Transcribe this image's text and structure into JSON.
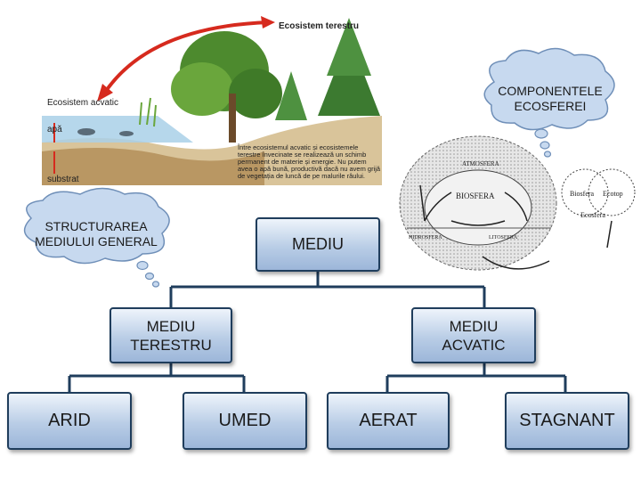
{
  "ecosystem_image": {
    "terrestrial_label": "Ecosistem terestru",
    "aquatic_label": "Ecosistem acvatic",
    "water_label": "apă",
    "substrate_label": "substrat",
    "caption": [
      "Între ecosistemul acvatic și ecosistemele",
      "terestre învecinate se realizează un schimb",
      "permanent de materie și energie. Nu putem",
      "avea o apă bună, productivă dacă nu avem grijă",
      "de vegetația de luncă de pe malurile râului."
    ]
  },
  "spheres_image": {
    "atmosphere_label": "ATMOSFERA",
    "biosphere_label": "BIOSFERA",
    "hydrosphere_label": "HIDROSFERA",
    "lithosphere_label": "LITOSFERA",
    "biosfera_label": "Biosfera",
    "ecotop_label": "Ecotop",
    "ecosfera_label": "Ecosfera"
  },
  "callouts": {
    "components": [
      "COMPONENTELE",
      "ECOSFEREI"
    ],
    "structuring": [
      "STRUCTURAREA",
      "MEDIULUI GENERAL"
    ]
  },
  "tree": {
    "root": "MEDIU",
    "terrestrial": [
      "MEDIU",
      "TERESTRU"
    ],
    "aquatic": [
      "MEDIU",
      "ACVATIC"
    ],
    "arid": "ARID",
    "umed": "UMED",
    "aerat": "AERAT",
    "stagnant": "STAGNANT"
  },
  "colors": {
    "node_border": "#1f3d5c",
    "node_fill_top": "#eef4fb",
    "node_fill_bottom": "#9cb6d9",
    "cloud_fill": "#c7d9ef",
    "cloud_stroke": "#6f8fb8",
    "connector": "#1f3d5c",
    "arrow_red": "#d62a1e"
  }
}
